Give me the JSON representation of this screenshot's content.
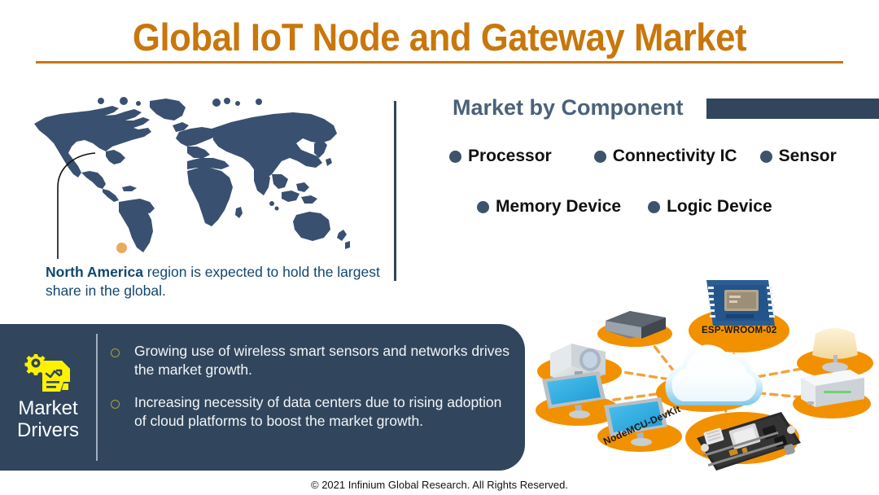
{
  "title": "Global IoT Node and Gateway Market",
  "colors": {
    "title_orange": "#C8770C",
    "navy": "#31465D",
    "map_navy": "#3A5070",
    "caption_blue": "#12476E",
    "accent_orange": "#F29100",
    "marker_orange": "#E9A95E",
    "icon_yellow": "#FFF200",
    "bullet_olive": "#A9A23C"
  },
  "map": {
    "marker_name": "north-america-marker",
    "caption_strong": "North America",
    "caption_rest": " region is expected to hold the largest share in the global."
  },
  "component": {
    "heading": "Market by Component",
    "items_row1": [
      "Processor",
      "Connectivity IC",
      "Sensor"
    ],
    "items_row2": [
      "Memory Device",
      "Logic Device"
    ]
  },
  "drivers": {
    "title_line1": "Market",
    "title_line2": "Drivers",
    "icon": "gear-document-chart-icon",
    "items": [
      "Growing use of wireless smart sensors and networks drives the market growth.",
      "Increasing necessity of data centers due to rising adoption of cloud platforms to boost the market growth."
    ]
  },
  "iot_diagram": {
    "center_node": "cloud",
    "labels": {
      "esp": "ESP-WROOM-02",
      "nodemcu": "NodeMCU-DevKit"
    },
    "devices": [
      "projector-device",
      "hard-drive-device",
      "esp-wroom-board",
      "lamp-device",
      "monitor-device-left",
      "monitor-device-bottom",
      "router-device",
      "nodemcu-board"
    ]
  },
  "footer": "© 2021 Infinium Global Research. All Rights Reserved."
}
